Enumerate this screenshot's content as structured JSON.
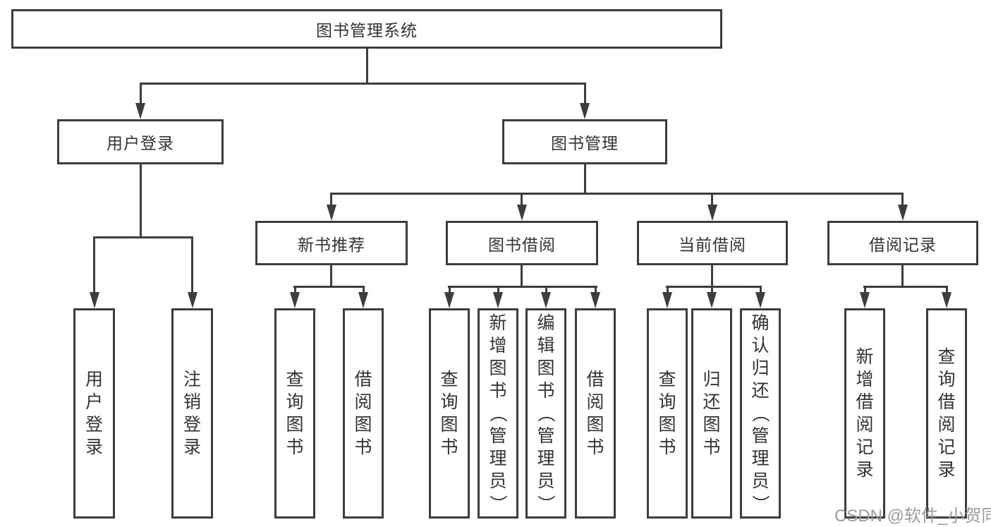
{
  "tree": {
    "root": "图书管理系统",
    "nodes": [
      {
        "label": "用户登录",
        "children": [
          "用户登录",
          "注销登录"
        ]
      },
      {
        "label": "图书管理",
        "children": [
          {
            "label": "新书推荐",
            "children": [
              "查询图书",
              "借阅图书"
            ]
          },
          {
            "label": "图书借阅",
            "children": [
              "查询图书",
              "新增图书（管理员）",
              "编辑图书（管理员）",
              "借阅图书"
            ]
          },
          {
            "label": "当前借阅",
            "children": [
              "查询图书",
              "归还图书",
              "确认归还（管理员）"
            ]
          },
          {
            "label": "借阅记录",
            "children": [
              "新增借阅记录",
              "查询借阅记录"
            ]
          }
        ]
      }
    ]
  },
  "watermark": "CSDN @软件_小贺同学",
  "colors": {
    "line": "#3d3d3d",
    "text": "#333333",
    "watermark": "#9c9c9c",
    "background": "#ffffff"
  }
}
